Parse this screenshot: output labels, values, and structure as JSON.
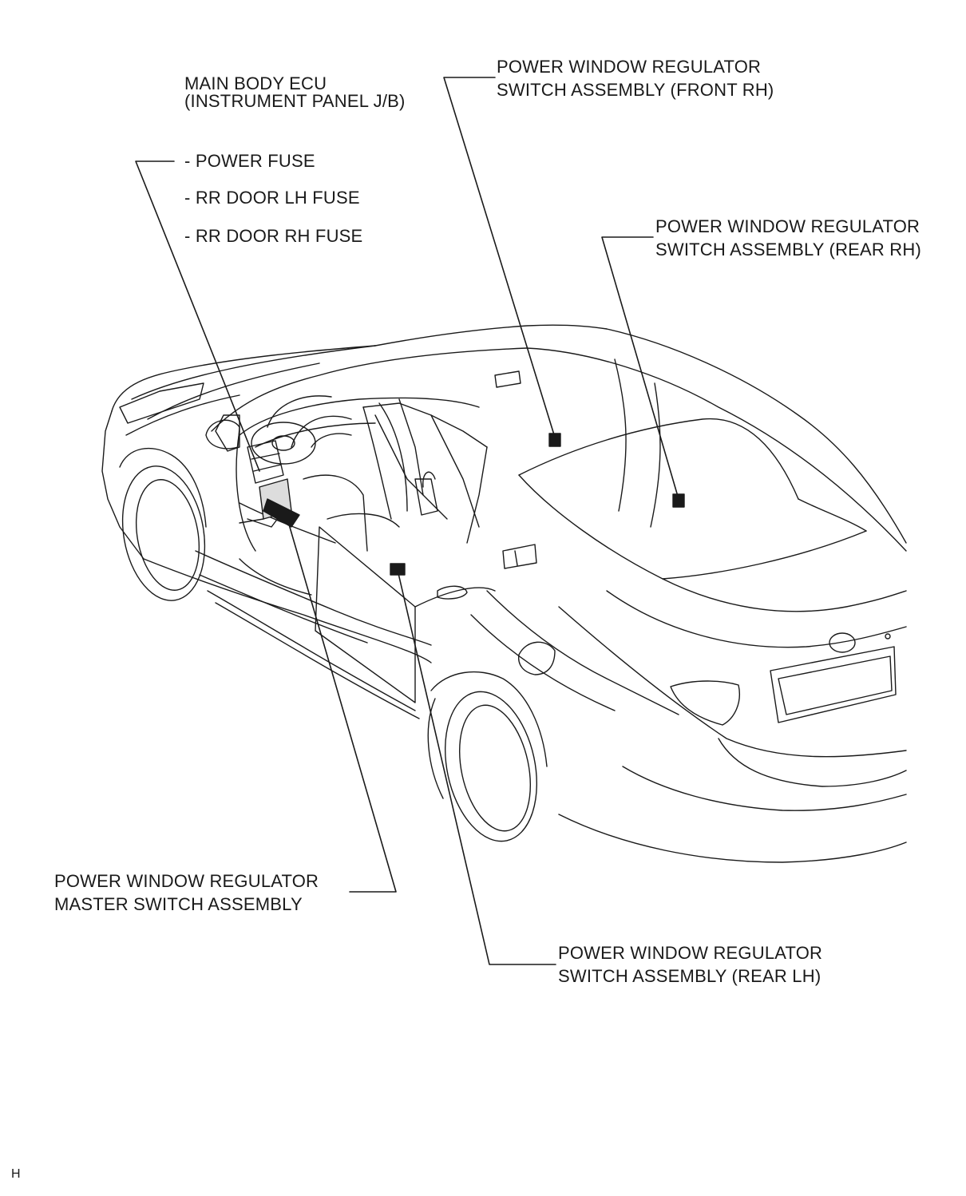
{
  "colors": {
    "line": "#1a1a1a",
    "background": "#ffffff"
  },
  "callouts": {
    "main_body_ecu": {
      "line1": "MAIN BODY ECU",
      "line2": "(INSTRUMENT PANEL J/B)"
    },
    "fuses": [
      "- POWER FUSE",
      "- RR DOOR LH FUSE",
      "- RR DOOR RH FUSE"
    ],
    "front_rh": {
      "line1": "POWER WINDOW REGULATOR",
      "line2": "SWITCH ASSEMBLY (FRONT RH)"
    },
    "rear_rh": {
      "line1": "POWER WINDOW REGULATOR",
      "line2": "SWITCH ASSEMBLY (REAR RH)"
    },
    "master": {
      "line1": "POWER WINDOW REGULATOR",
      "line2": "MASTER SWITCH ASSEMBLY"
    },
    "rear_lh": {
      "line1": "POWER WINDOW REGULATOR",
      "line2": "SWITCH ASSEMBLY (REAR LH)"
    }
  },
  "corner_code": "H"
}
